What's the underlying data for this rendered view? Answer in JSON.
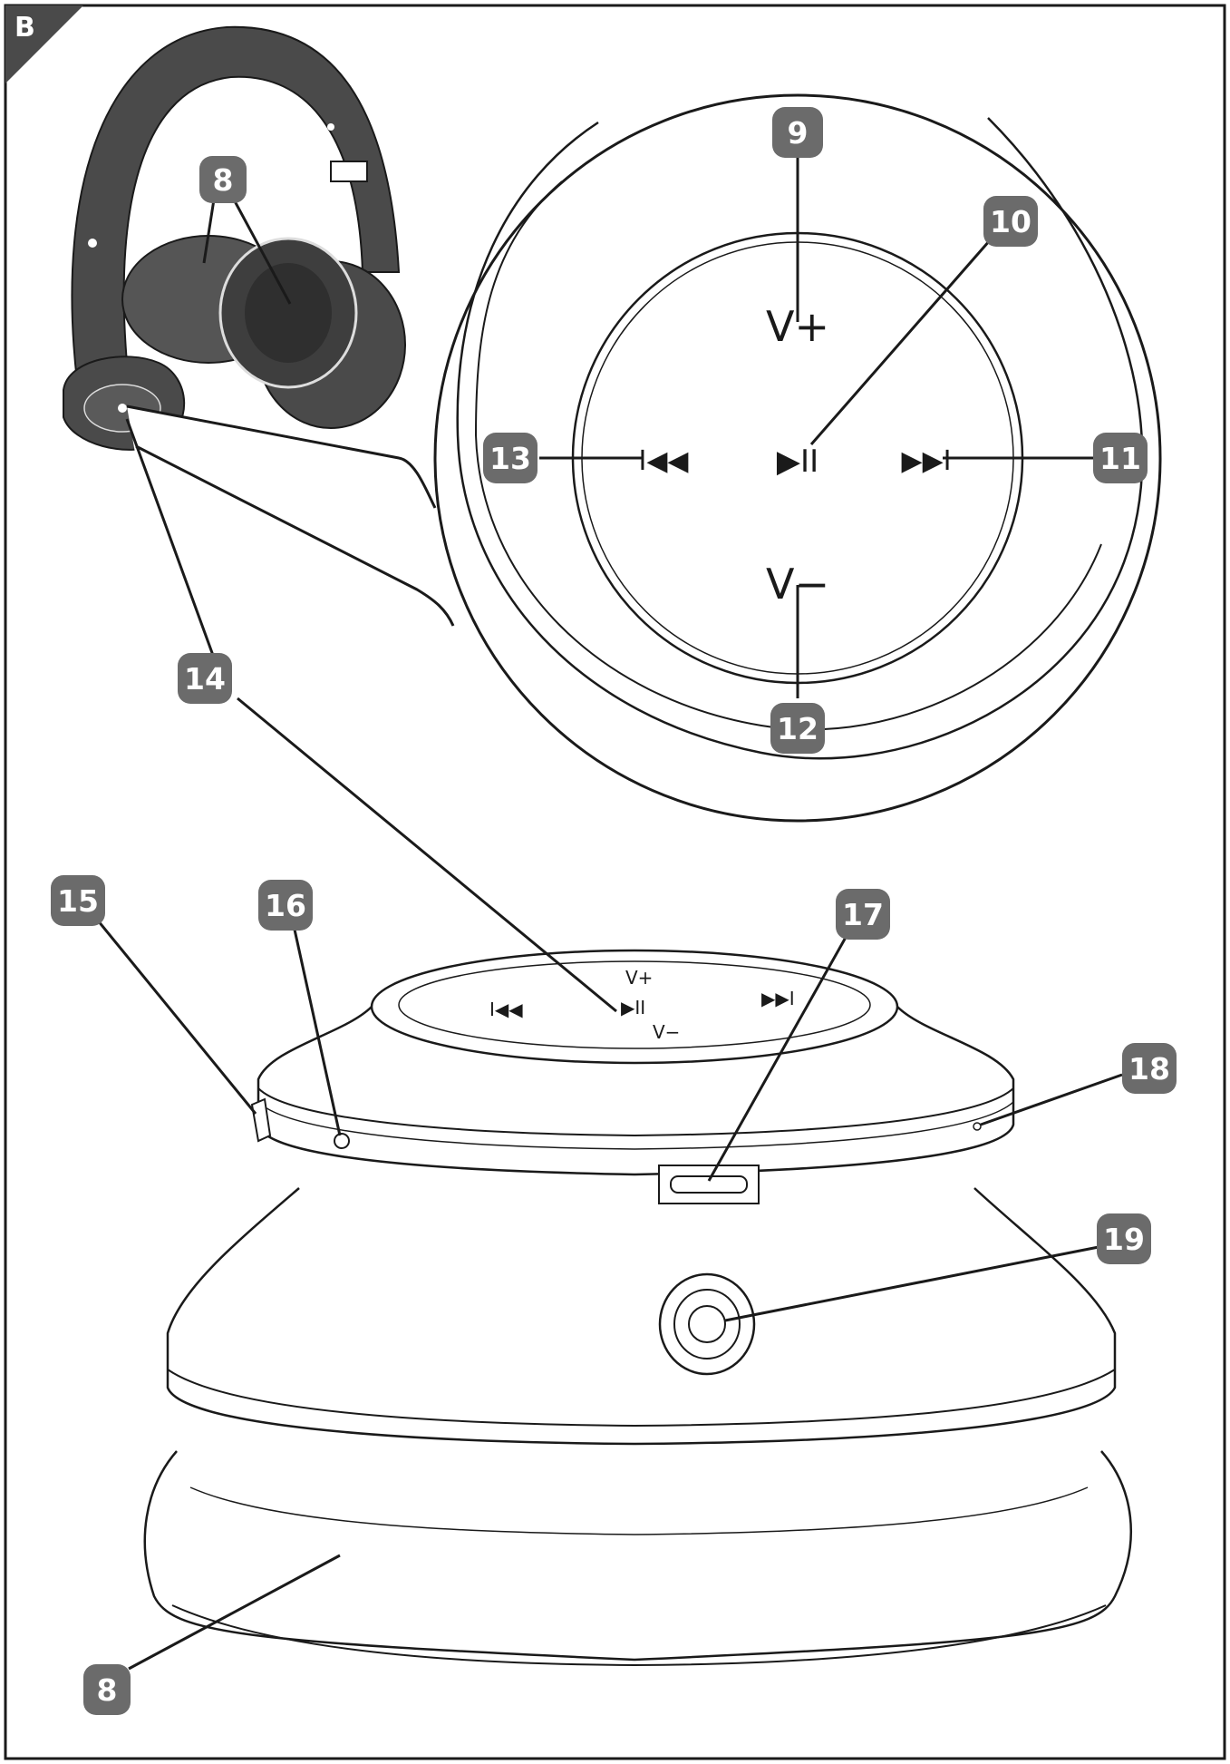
{
  "figure": {
    "panel_label": "B",
    "callouts": {
      "c8_top": "8",
      "c9": "9",
      "c10": "10",
      "c11": "11",
      "c12": "12",
      "c13": "13",
      "c14": "14",
      "c15": "15",
      "c16": "16",
      "c17": "17",
      "c18": "18",
      "c19": "19",
      "c8_bottom": "8"
    },
    "button_symbols": {
      "volume_up": "V+",
      "volume_down": "V−",
      "play_pause": "▶II",
      "previous": "I◀◀",
      "next": "▶▶I"
    }
  },
  "colors": {
    "line": "#1a1a1a",
    "headphone_dark": "#4a4a4a",
    "callout_bg": "#6b6b6b"
  }
}
